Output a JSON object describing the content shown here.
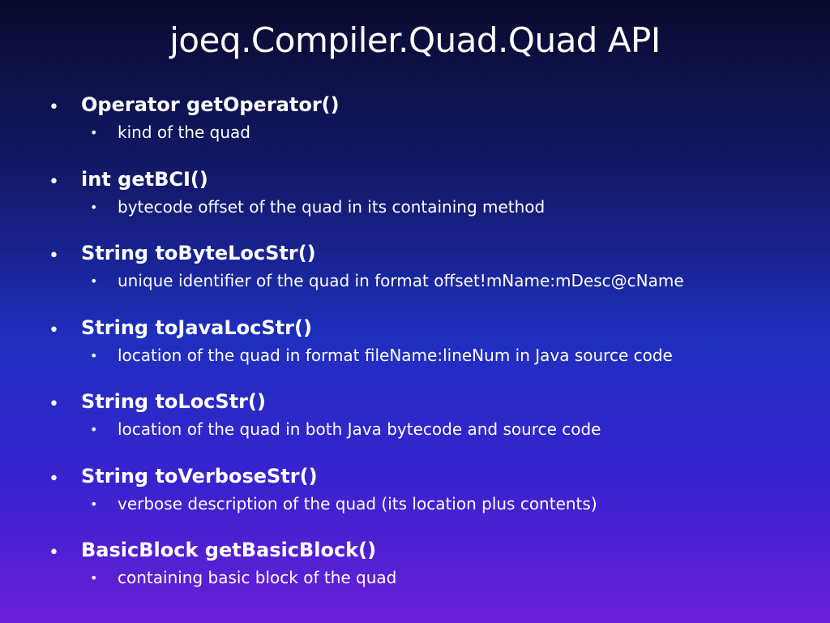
{
  "slide": {
    "title": "joeq.Compiler.Quad.Quad API",
    "bullet_glyph": "•",
    "items": [
      {
        "method": "Operator getOperator()",
        "description": "kind of the quad"
      },
      {
        "method": "int getBCI()",
        "description": "bytecode offset of the quad in its containing method"
      },
      {
        "method": "String toByteLocStr()",
        "description": "unique identifier of the quad in format offset!mName:mDesc@cName"
      },
      {
        "method": "String toJavaLocStr()",
        "description": "location of the quad in format fileName:lineNum in Java source code"
      },
      {
        "method": "String toLocStr()",
        "description": "location of the quad in both Java bytecode and source code"
      },
      {
        "method": "String toVerboseStr()",
        "description": "verbose description of the quad (its location plus contents)"
      },
      {
        "method": "BasicBlock getBasicBlock()",
        "description": "containing basic block of the quad"
      }
    ]
  }
}
